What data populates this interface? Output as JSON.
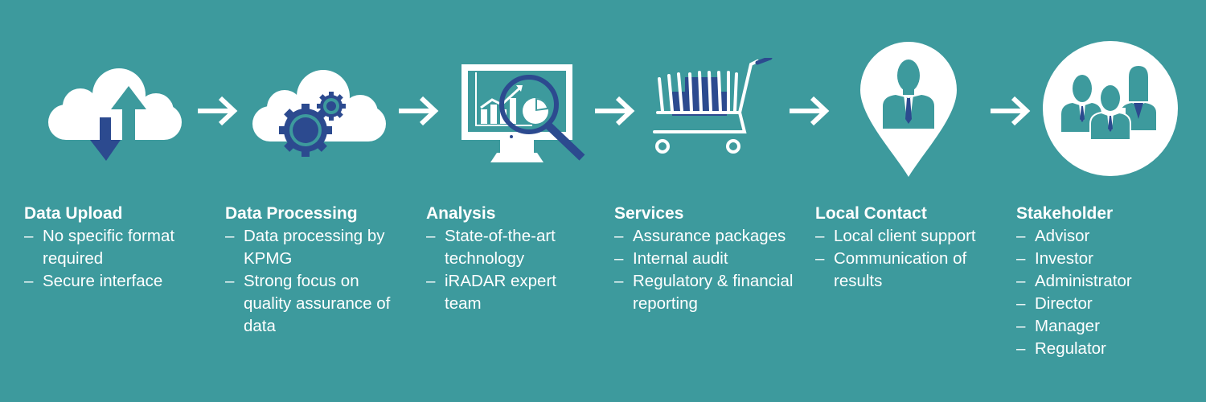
{
  "colors": {
    "background": "#3d9a9d",
    "icon_white": "#ffffff",
    "accent_navy": "#2c4a8f",
    "accent_teal": "#3d9a9d"
  },
  "bullet": "–",
  "steps": [
    {
      "icon": "cloud-upload-download-icon",
      "title": "Data Upload",
      "items": [
        "No specific format required",
        "Secure interface"
      ]
    },
    {
      "icon": "cloud-gears-icon",
      "title": "Data Processing",
      "items": [
        "Data processing by KPMG",
        "Strong focus on quality assurance of data"
      ]
    },
    {
      "icon": "monitor-magnifier-icon",
      "title": "Analysis",
      "items": [
        "State-of-the-art technology",
        "iRADAR expert team"
      ]
    },
    {
      "icon": "shopping-cart-icon",
      "title": "Services",
      "items": [
        "Assurance packages",
        "Internal audit",
        "Regulatory & financial reporting"
      ]
    },
    {
      "icon": "location-pin-person-icon",
      "title": "Local Contact",
      "items": [
        "Local client support",
        "Communication of results"
      ]
    },
    {
      "icon": "group-people-icon",
      "title": "Stakeholder",
      "items": [
        "Advisor",
        "Investor",
        "Administrator",
        "Director",
        "Manager",
        "Regulator"
      ]
    }
  ],
  "connector_icon": "arrow-right-icon"
}
